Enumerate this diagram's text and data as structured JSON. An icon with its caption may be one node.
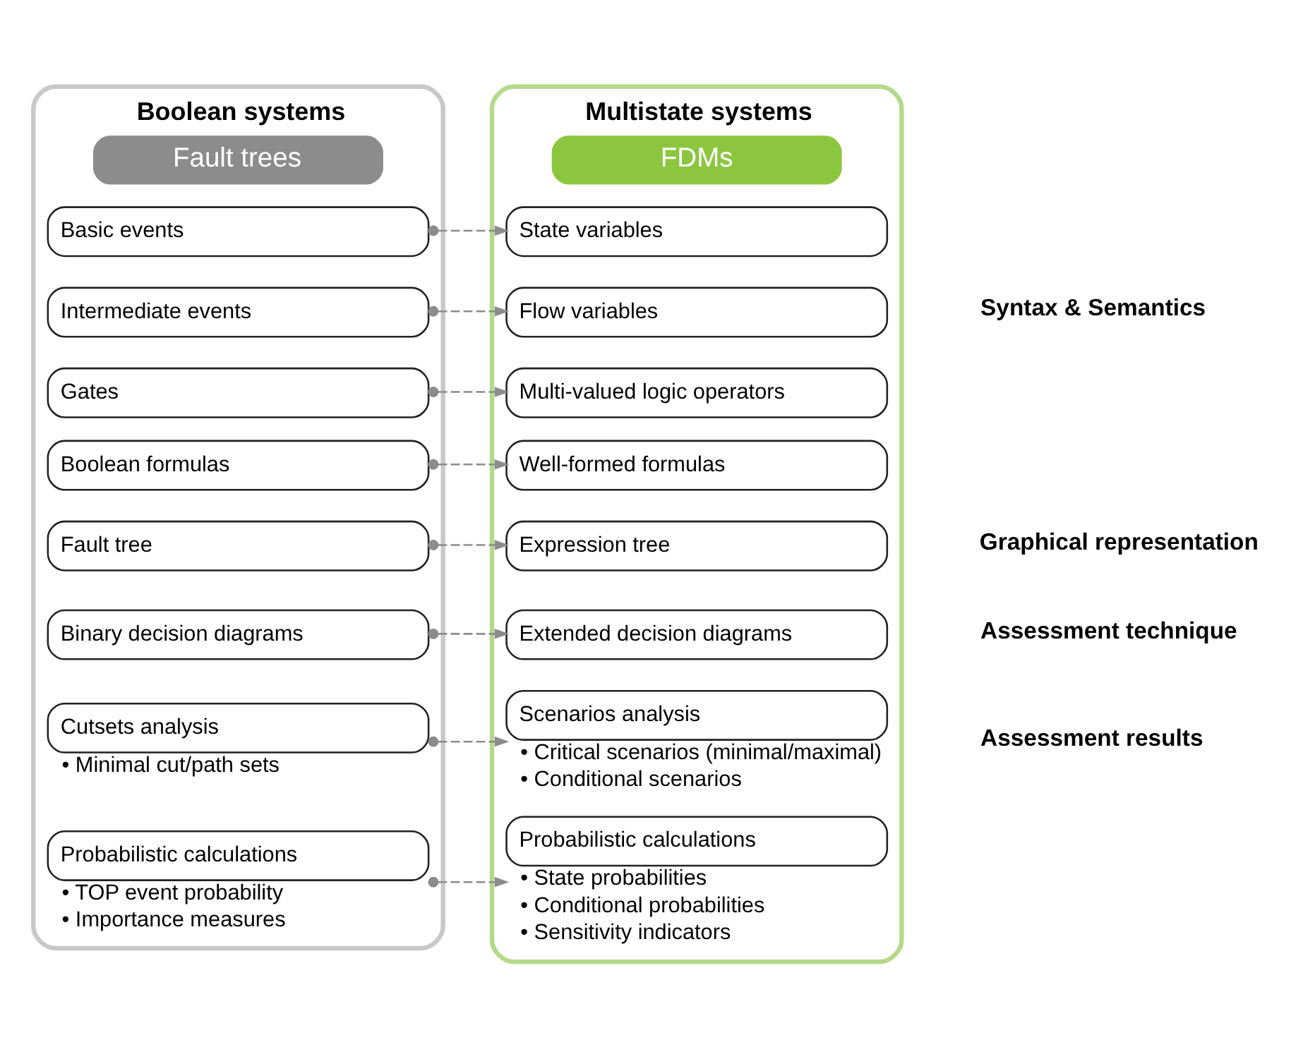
{
  "diagram": {
    "nodes": [
      {
        "text": [
          "Boolean systems",
          "Fault trees"
        ]
      },
      {
        "text": [
          "Basic events"
        ],
        "in": 0
      },
      {
        "text": [
          "Intermediate events"
        ],
        "in": 0
      },
      {
        "text": [
          "Gates"
        ],
        "in": 0
      },
      {
        "text": [
          "Boolean formulas"
        ],
        "in": 0
      },
      {
        "text": [
          "Fault tree"
        ],
        "in": 0
      },
      {
        "text": [
          "Binary decision diagrams"
        ],
        "in": 0
      },
      {
        "text": [
          "Cutsets analysis"
        ],
        "in": 0,
        "beside": [
          "• Minimal cut/path sets"
        ]
      },
      {
        "text": [
          "Probabilistic calculations"
        ],
        "in": 0,
        "beside": [
          "• TOP event probability",
          "• Importance measures"
        ]
      },
      {
        "text": [
          "Multistate systems",
          "FDMs"
        ]
      },
      {
        "text": [
          "State variables"
        ],
        "in": 9
      },
      {
        "text": [
          "Flow variables"
        ],
        "in": 9
      },
      {
        "text": [
          "Multi-valued logic operators"
        ],
        "in": 9
      },
      {
        "text": [
          "Well-formed formulas"
        ],
        "in": 9
      },
      {
        "text": [
          "Expression tree"
        ],
        "in": 9
      },
      {
        "text": [
          "Extended decision diagrams"
        ],
        "in": 9
      },
      {
        "text": [
          "Scenarios analysis"
        ],
        "in": 9,
        "beside": [
          "• Critical scenarios (minimal/maximal)",
          "• Conditional scenarios"
        ]
      },
      {
        "text": [
          "Probabilistic calculations"
        ],
        "in": 9,
        "beside": [
          "• State probabilities",
          "• Conditional probabilities",
          "• Sensitivity indicators"
        ]
      }
    ],
    "edges": [
      {
        "from": 1,
        "to": 10,
        "arrow": "to",
        "style": "dashed"
      },
      {
        "from": 2,
        "to": 11,
        "arrow": "to",
        "style": "dashed"
      },
      {
        "from": 3,
        "to": 12,
        "arrow": "to",
        "style": "dashed"
      },
      {
        "from": 4,
        "to": 13,
        "arrow": "to",
        "style": "dashed"
      },
      {
        "from": 5,
        "to": 14,
        "arrow": "to",
        "style": "dashed"
      },
      {
        "from": 6,
        "to": 15,
        "arrow": "to",
        "style": "dashed"
      },
      {
        "from": 7,
        "to": 16,
        "arrow": "to",
        "style": "dashed"
      },
      {
        "from": 8,
        "to": 17,
        "arrow": "to",
        "style": "dashed"
      }
    ],
    "labels": [
      "Syntax & Semantics",
      "Graphical representation",
      "Assessment technique",
      "Assessment results"
    ]
  }
}
